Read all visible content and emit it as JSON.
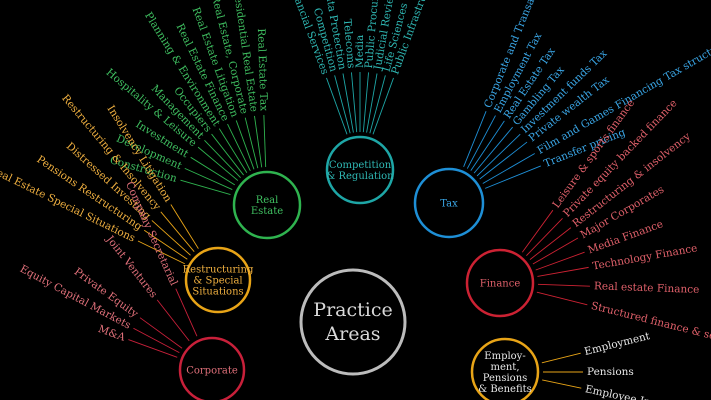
{
  "center": {
    "lines": [
      "Practice",
      "Areas"
    ],
    "color": "#bcbcbc"
  },
  "groups": [
    {
      "id": "real-estate",
      "title": [
        "Real",
        "Estate"
      ],
      "color": "#2fb34f",
      "text_color": "#3fbf60",
      "items": [
        "Construction",
        "Development",
        "Investment",
        "Hospitality & Leisure",
        "Management",
        "Occupiers",
        "Planning & Environment",
        "Real Estate Finance",
        "Real Estate Litigation",
        "Real Estate, Corporate",
        "Residential Real Estate",
        "Real Estate Tax"
      ]
    },
    {
      "id": "competition",
      "title": [
        "Competition",
        "& Regulation"
      ],
      "color": "#1ea6a6",
      "text_color": "#2fb8b4",
      "items": [
        "Financial Services",
        "Competition",
        "Data Protection",
        "Telecoms",
        "Media",
        "Public Procurement",
        "Judicial Review & Public Law",
        "Life Sciences",
        "Public Infrastructure"
      ]
    },
    {
      "id": "tax",
      "title": [
        "Tax"
      ],
      "color": "#1e8fd6",
      "text_color": "#3aa6e6",
      "items": [
        "Corporate and Transaction",
        "Employment Tax",
        "Real Estate Tax",
        "Gambling Tax",
        "Investment funds Tax",
        "Private wealth Tax",
        "Film and Games Financing Tax structures",
        "Transfer pricing"
      ]
    },
    {
      "id": "finance",
      "title": [
        "Finance"
      ],
      "color": "#cc2233",
      "text_color": "#e0606a",
      "items": [
        "Leisure & sports finance",
        "Private equity backed finance",
        "Restructuring & insolvency",
        "Major Corporates",
        "Media Finance",
        "Technology Finance",
        "Real estate Finance",
        "Structured finance & securitisation"
      ]
    },
    {
      "id": "restructuring",
      "title": [
        "Restructuring",
        "& Special",
        "Situations"
      ],
      "color": "#e8a417",
      "text_color": "#f0b040",
      "items": [
        "Real Estate Special Situations",
        "Pensions Restructuring",
        "Distressed Investing",
        "Restructuring & Insolvency",
        "Insolvency Litigation"
      ]
    },
    {
      "id": "corporate",
      "title": [
        "Corporate"
      ],
      "color": "#c8203a",
      "text_color": "#e0707a",
      "items": [
        "M&A",
        "Equity Capital Markets",
        "Private Equity",
        "Joint Ventures",
        "Company Secretarial"
      ]
    },
    {
      "id": "employment",
      "title": [
        "Employ-",
        "ment,",
        "Pensions",
        "& Benefits"
      ],
      "color": "#e8a417",
      "text_color": "#e6e6e6",
      "items": [
        "Employment",
        "Pensions",
        "Employee Incentives"
      ]
    }
  ]
}
